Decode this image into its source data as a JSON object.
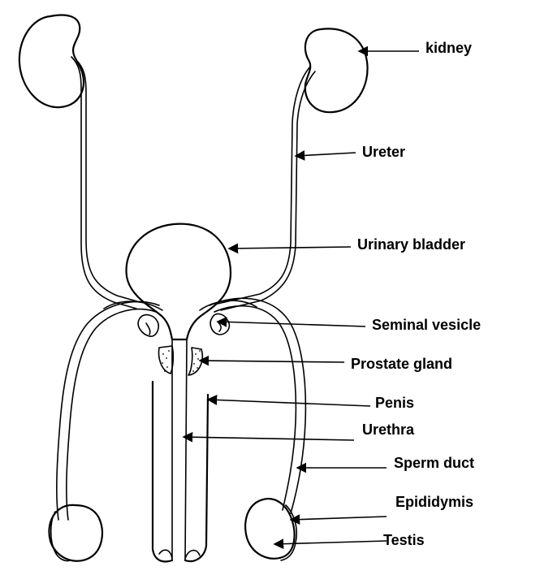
{
  "diagram": {
    "labels": [
      {
        "key": "kidney",
        "text": "kidney"
      },
      {
        "key": "ureter",
        "text": "Ureter"
      },
      {
        "key": "bladder",
        "text": "Urinary bladder"
      },
      {
        "key": "seminal",
        "text": "Seminal vesicle"
      },
      {
        "key": "prostate",
        "text": "Prostate gland"
      },
      {
        "key": "penis",
        "text": "Penis"
      },
      {
        "key": "urethra",
        "text": "Urethra"
      },
      {
        "key": "sperm",
        "text": "Sperm duct"
      },
      {
        "key": "epididymis",
        "text": "Epididymis"
      },
      {
        "key": "testis",
        "text": "Testis"
      }
    ],
    "colors": {
      "ink": "#000000",
      "background": "#ffffff"
    }
  }
}
